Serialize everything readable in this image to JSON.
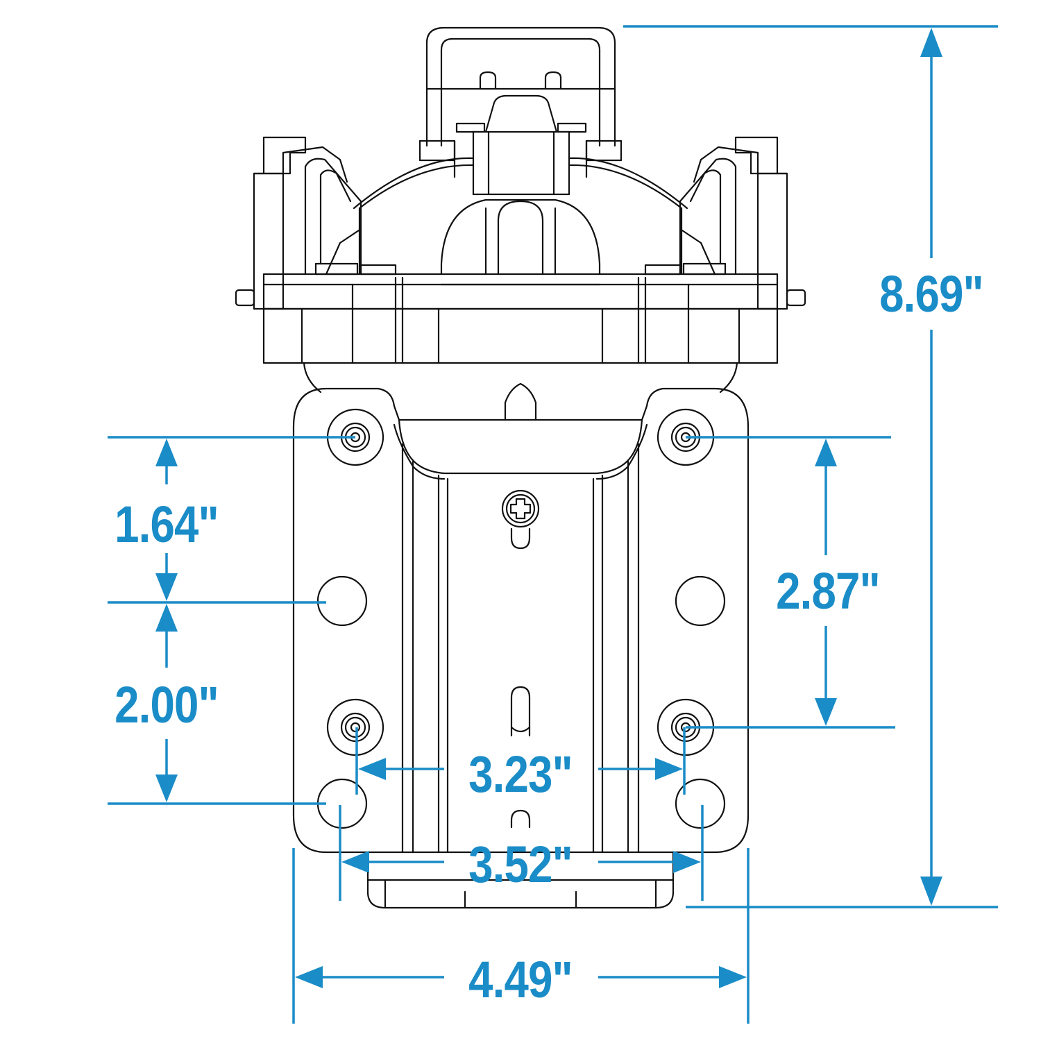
{
  "colors": {
    "dimension": "#1a8cc7",
    "drawing": "#111111",
    "background": "#ffffff"
  },
  "dimensions": {
    "height_total": "8.69\"",
    "width_total": "4.49\"",
    "left_upper_spacing": "1.64\"",
    "left_lower_spacing": "2.00\"",
    "right_spacing": "2.87\"",
    "inner_hole_width": "3.23\"",
    "outer_hole_width": "3.52\""
  }
}
